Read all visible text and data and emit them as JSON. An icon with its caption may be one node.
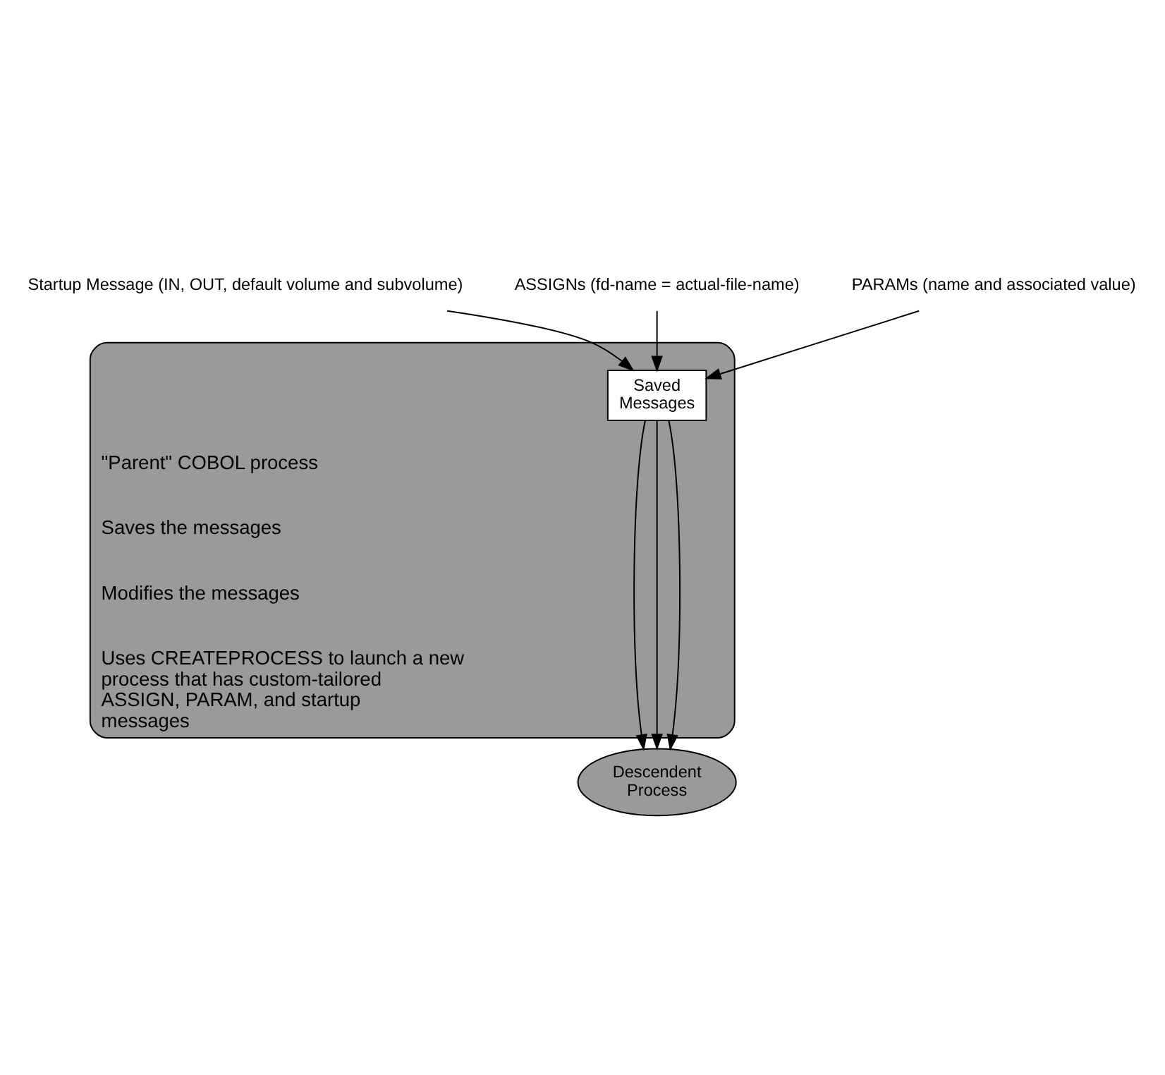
{
  "diagram": {
    "nodes": [
      {
        "text": [
          "\"Parent\" COBOL process",
          "Saves the messages",
          "Modifies the messages",
          "Uses CREATEPROCESS to launch a new process that has custom-tailored ASSIGN, PARAM, and startup messages"
        ]
      },
      {
        "text": [
          "Saved Messages"
        ],
        "in": 0
      },
      {
        "text": [
          "Startup Message (IN, OUT, default volume and subvolume)"
        ]
      },
      {
        "text": [
          "ASSIGNs (fd-name = actual-file-name)"
        ]
      },
      {
        "text": [
          "PARAMs (name and associated value)"
        ]
      },
      {
        "text": [
          "Descendent Process"
        ]
      }
    ],
    "edges": [
      {
        "from": 2,
        "to": 1,
        "arrow": "to"
      },
      {
        "from": 3,
        "to": 1,
        "arrow": "to"
      },
      {
        "from": 4,
        "to": 1,
        "arrow": "to"
      },
      {
        "from": 1,
        "to": 5,
        "arrow": "to"
      },
      {
        "from": 1,
        "to": 5,
        "arrow": "to"
      },
      {
        "from": 1,
        "to": 5,
        "arrow": "to"
      }
    ]
  }
}
